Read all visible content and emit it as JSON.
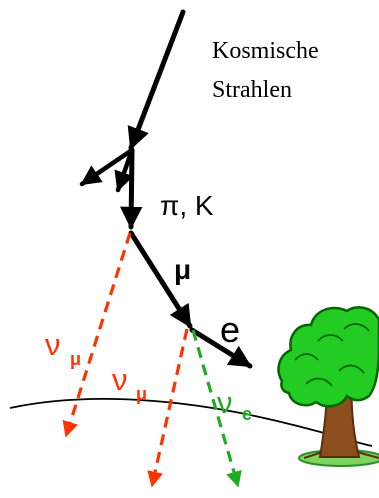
{
  "labels": {
    "cosmic_rays_line1": "Kosmische",
    "cosmic_rays_line2": "Strahlen",
    "pi_k": "π, K",
    "mu": "μ",
    "electron": "e",
    "nu_mu_left_main": "ν",
    "nu_mu_left_sub": "μ",
    "nu_mu_right_main": "ν",
    "nu_mu_right_sub": "μ",
    "nu_e_main": "ν",
    "nu_e_sub": "e"
  },
  "colors": {
    "primary_track": "#000000",
    "muon_neutrino": "#ff3300",
    "electron_neutrino": "#22aa22",
    "tree_foliage": "#22cc22",
    "tree_outline": "#006600",
    "tree_trunk": "#8b4f1d",
    "ground": "#000000",
    "grass": "#7fd45b"
  },
  "icons": {
    "tree": "tree-icon"
  }
}
